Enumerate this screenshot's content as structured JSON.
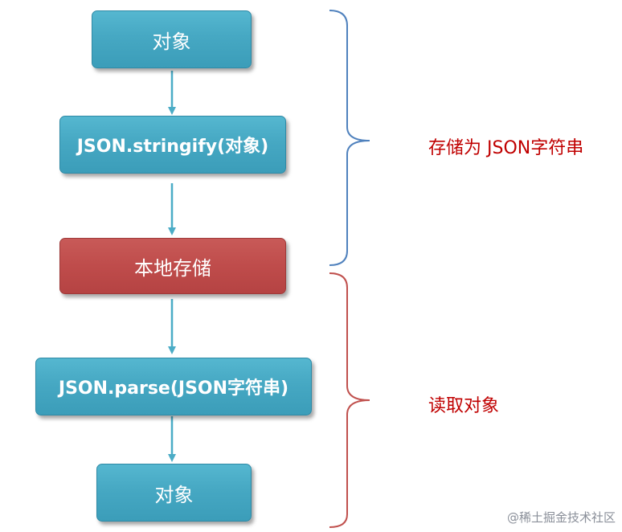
{
  "flow": {
    "step1": "对象",
    "step2": "JSON.stringify(对象)",
    "step3": "本地存储",
    "step4": "JSON.parse(JSON字符串)",
    "step5": "对象"
  },
  "annotations": {
    "store": "存储为 JSON字符串",
    "read": "读取对象"
  },
  "watermark": "@稀土掘金技术社区",
  "colors": {
    "box_blue": "#4aaac6",
    "box_red": "#c0504d",
    "arrow": "#4bacc6",
    "brace_blue": "#4f81bd",
    "brace_red": "#c0504d",
    "annotation_text": "#c00000"
  }
}
